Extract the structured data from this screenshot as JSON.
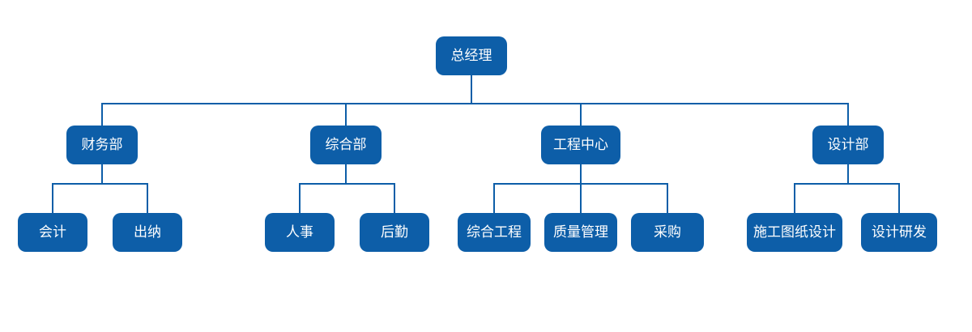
{
  "org_chart": {
    "title": "company-organization-chart",
    "accent_color": "#0d5ea8",
    "text_color": "#ffffff",
    "root": {
      "label": "总经理"
    },
    "departments": [
      {
        "label": "财务部",
        "children": [
          {
            "label": "会计"
          },
          {
            "label": "出纳"
          }
        ]
      },
      {
        "label": "综合部",
        "children": [
          {
            "label": "人事"
          },
          {
            "label": "后勤"
          }
        ]
      },
      {
        "label": "工程中心",
        "children": [
          {
            "label": "综合工程"
          },
          {
            "label": "质量管理"
          },
          {
            "label": "采购"
          }
        ]
      },
      {
        "label": "设计部",
        "children": [
          {
            "label": "施工图纸设计"
          },
          {
            "label": "设计研发"
          }
        ]
      }
    ]
  }
}
